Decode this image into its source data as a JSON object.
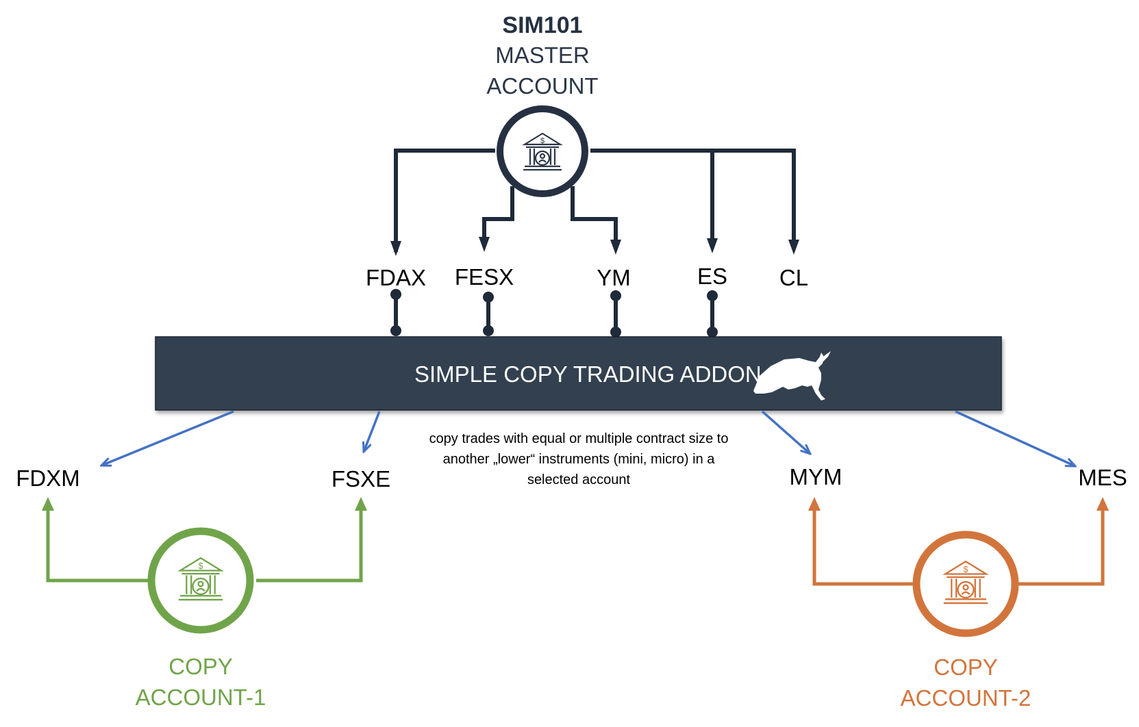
{
  "master": {
    "name": "SIM101",
    "line1": "MASTER",
    "line2": "ACCOUNT",
    "color": "#253142"
  },
  "master_instruments": [
    "FDAX",
    "FESX",
    "YM",
    "ES",
    "CL"
  ],
  "addon": {
    "label": "SIMPLE COPY TRADING ADDON",
    "bar_color": "#333f50",
    "icon": "bull-icon"
  },
  "note": {
    "line1": "copy trades with equal or multiple contract size to",
    "line2": "another „lower“ instruments (mini, micro) in a",
    "line3": "selected account"
  },
  "copy_account_1": {
    "line1": "COPY",
    "line2": "ACCOUNT-1",
    "color": "#70a44a",
    "instruments": [
      "FDXM",
      "FSXE"
    ]
  },
  "copy_account_2": {
    "line1": "COPY",
    "line2": "ACCOUNT-2",
    "color": "#d2753c",
    "instruments": [
      "MYM",
      "MES"
    ]
  },
  "colors": {
    "connector": "#1f2a3a",
    "output_arrow": "#4472c4"
  },
  "icons": {
    "account": "bank-account-icon"
  }
}
